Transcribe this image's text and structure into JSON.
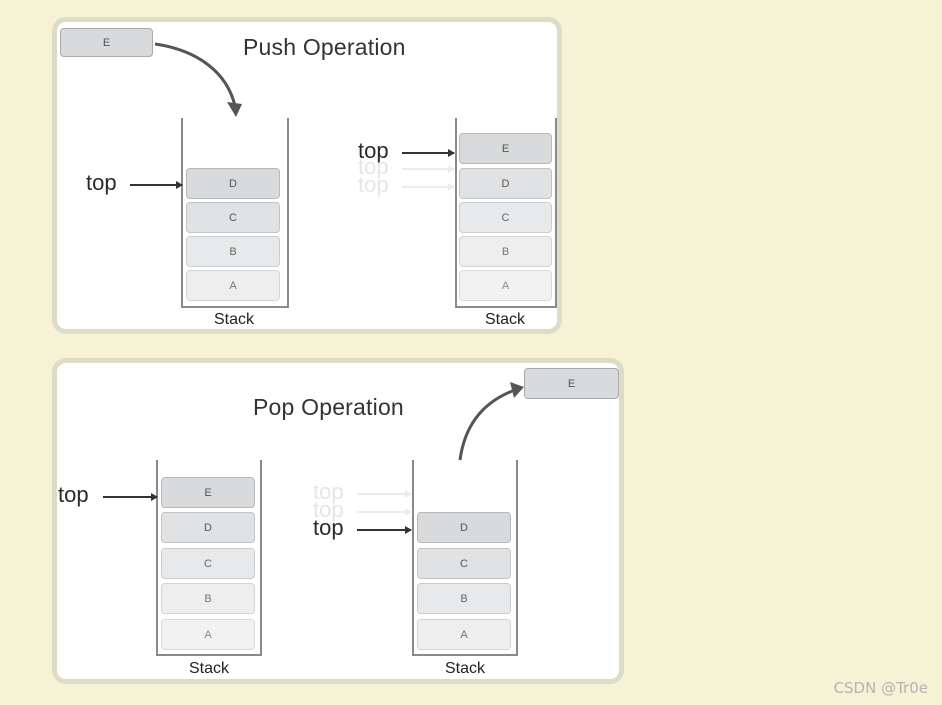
{
  "push": {
    "title": "Push Operation",
    "incoming": "E",
    "top_label": "top",
    "before": {
      "cells": [
        "D",
        "C",
        "B",
        "A"
      ],
      "label": "Stack"
    },
    "after": {
      "cells": [
        "E",
        "D",
        "C",
        "B",
        "A"
      ],
      "label": "Stack"
    }
  },
  "pop": {
    "title": "Pop Operation",
    "outgoing": "E",
    "top_label": "top",
    "before": {
      "cells": [
        "E",
        "D",
        "C",
        "B",
        "A"
      ],
      "label": "Stack"
    },
    "after": {
      "cells": [
        "D",
        "C",
        "B",
        "A"
      ],
      "label": "Stack"
    }
  },
  "watermark": "CSDN @Tr0e"
}
